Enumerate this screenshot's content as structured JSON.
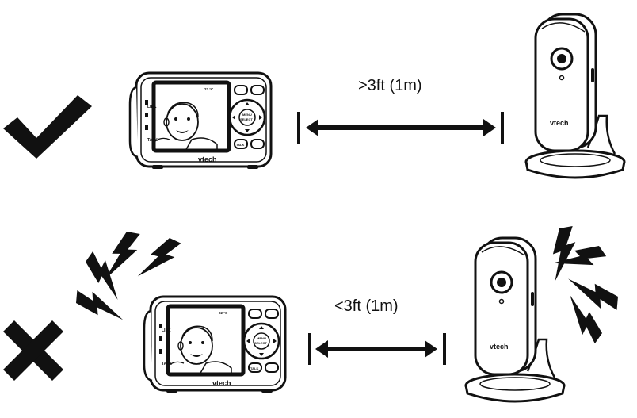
{
  "top": {
    "status": "correct",
    "distance_label": ">3ft (1m)",
    "parent_unit": {
      "brand": "vtech",
      "side_labels": [
        "LINK",
        "TALK"
      ],
      "screen_temp": "22 °C",
      "buttons": [
        "MENU",
        "SELECT",
        "TALK"
      ]
    },
    "camera": {
      "brand": "vtech"
    }
  },
  "bottom": {
    "status": "incorrect",
    "distance_label": "<3ft (1m)",
    "parent_unit": {
      "brand": "vtech",
      "side_labels": [
        "LINK",
        "TALK"
      ],
      "screen_temp": "22 °C",
      "buttons": [
        "MENU",
        "SELECT",
        "TALK"
      ]
    },
    "camera": {
      "brand": "vtech"
    }
  },
  "colors": {
    "ink": "#111111",
    "screen_frame": "#222222",
    "device_body": "#ffffff"
  },
  "icons": [
    "check-icon",
    "cross-icon",
    "double-arrow-icon",
    "feedback-lightning-icon"
  ]
}
